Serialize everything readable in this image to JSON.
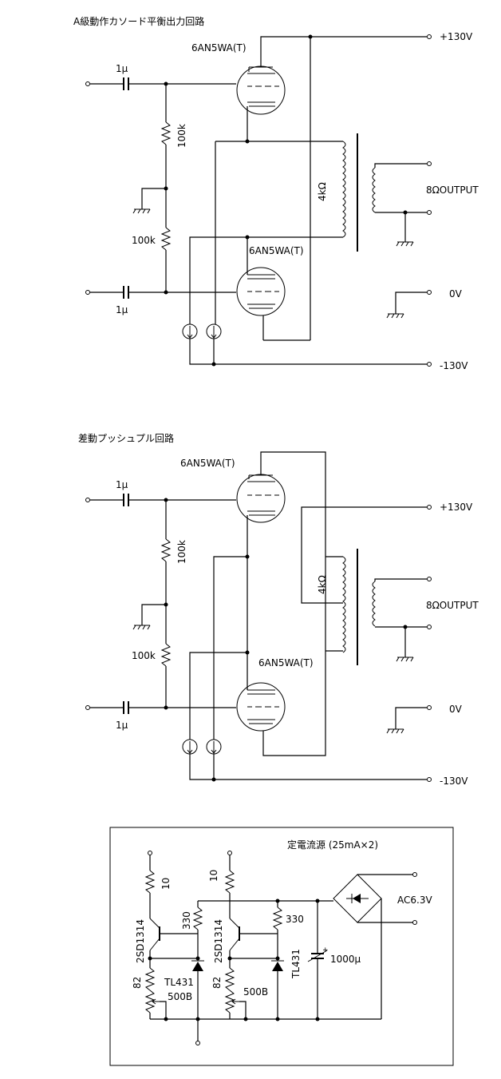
{
  "circuit1": {
    "title": "A級動作カソード平衡出力回路",
    "tube_top": "6AN5WA(T)",
    "tube_bottom": "6AN5WA(T)",
    "cap_top": "1μ",
    "cap_bottom": "1μ",
    "res_top": "100k",
    "res_bottom": "100k",
    "transformer_primary": "4kΩ",
    "output": "8ΩOUTPUT",
    "v_plus": "+130V",
    "v_zero": "0V",
    "v_minus": "-130V"
  },
  "circuit2": {
    "title": "差動プッシュプル回路",
    "tube_top": "6AN5WA(T)",
    "tube_bottom": "6AN5WA(T)",
    "cap_top": "1μ",
    "cap_bottom": "1μ",
    "res_top": "100k",
    "res_bottom": "100k",
    "transformer_primary": "4kΩ",
    "output": "8ΩOUTPUT",
    "v_plus": "+130V",
    "v_zero": "0V",
    "v_minus": "-130V"
  },
  "circuit3": {
    "title": "定電流源 (25mA×2)",
    "r10_left": "10",
    "r10_right": "10",
    "r330_left": "330",
    "r330_right": "330",
    "transistor_left": "2SD1314",
    "transistor_right": "2SD1314",
    "ref_left": "TL431",
    "ref_right": "TL431",
    "r82_left": "82",
    "r82_right": "82",
    "pot_left": "500B",
    "pot_right": "500B",
    "cap": "1000μ",
    "ac": "AC6.3V"
  }
}
